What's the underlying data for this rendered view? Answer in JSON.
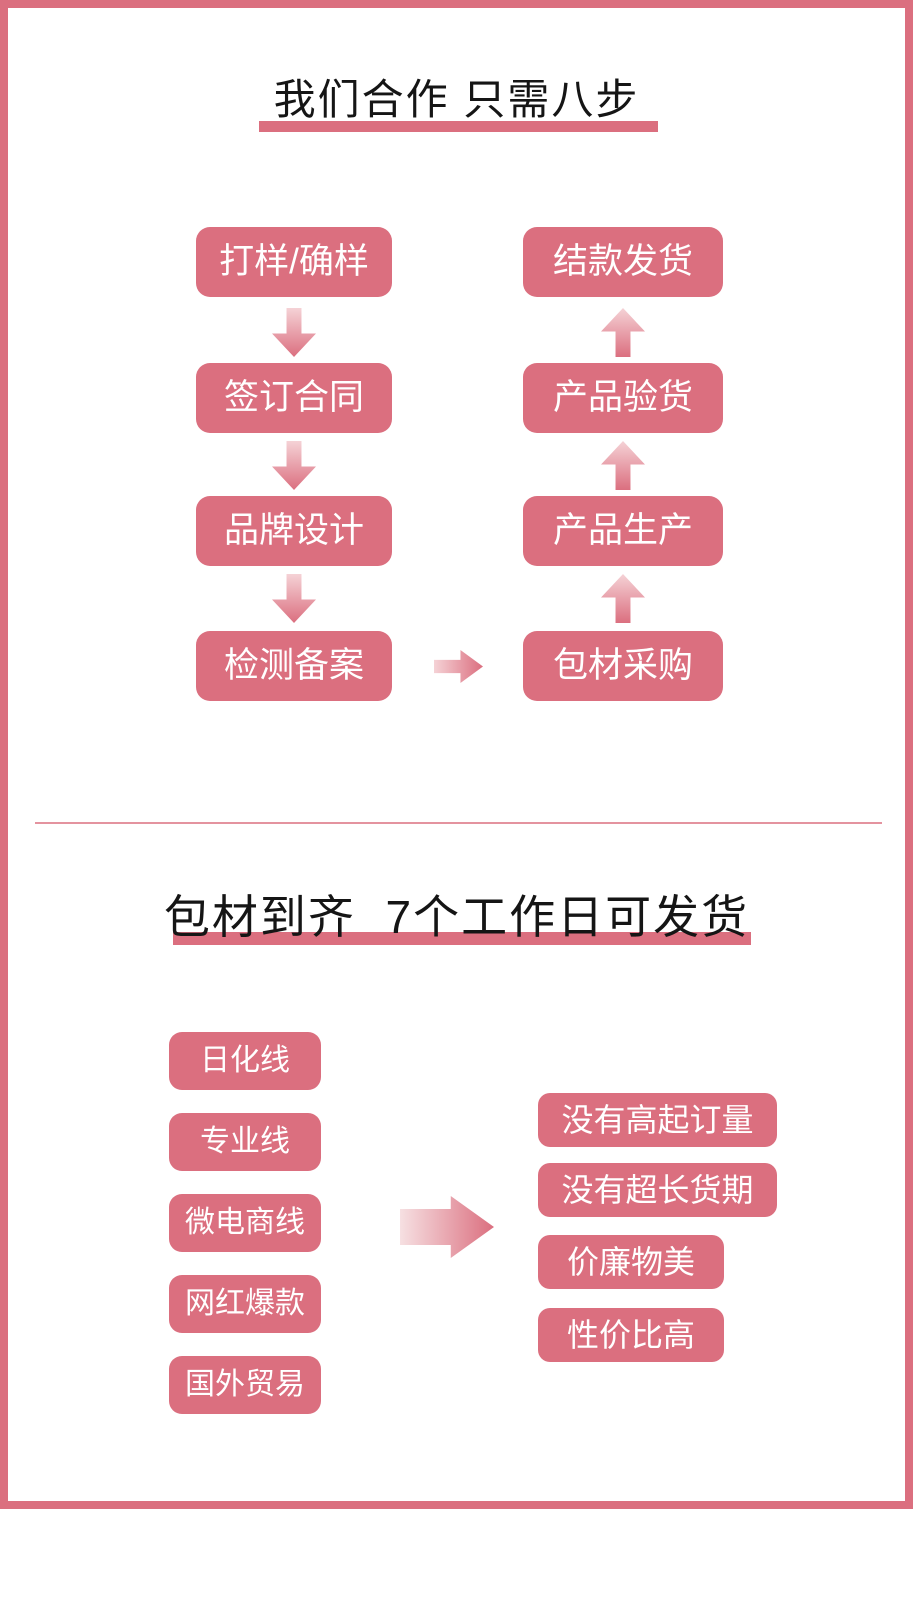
{
  "colors": {
    "accent": "#DB6F7F",
    "arrow_gradient_light": "#F5D2D6",
    "title_text": "#151515",
    "box_text": "#FFFFFF",
    "background": "#FFFFFF"
  },
  "section1": {
    "title": "我们合作 只需八步",
    "left_steps": [
      "打样/确样",
      "签订合同",
      "品牌设计",
      "检测备案"
    ],
    "right_steps": [
      "结款发货",
      "产品验货",
      "产品生产",
      "包材采购"
    ]
  },
  "section2": {
    "title": "包材到齐  7个工作日可发货",
    "product_lines": [
      "日化线",
      "专业线",
      "微电商线",
      "网红爆款",
      "国外贸易"
    ],
    "benefits": [
      "没有高起订量",
      "没有超长货期",
      "价廉物美",
      "性价比高"
    ]
  }
}
